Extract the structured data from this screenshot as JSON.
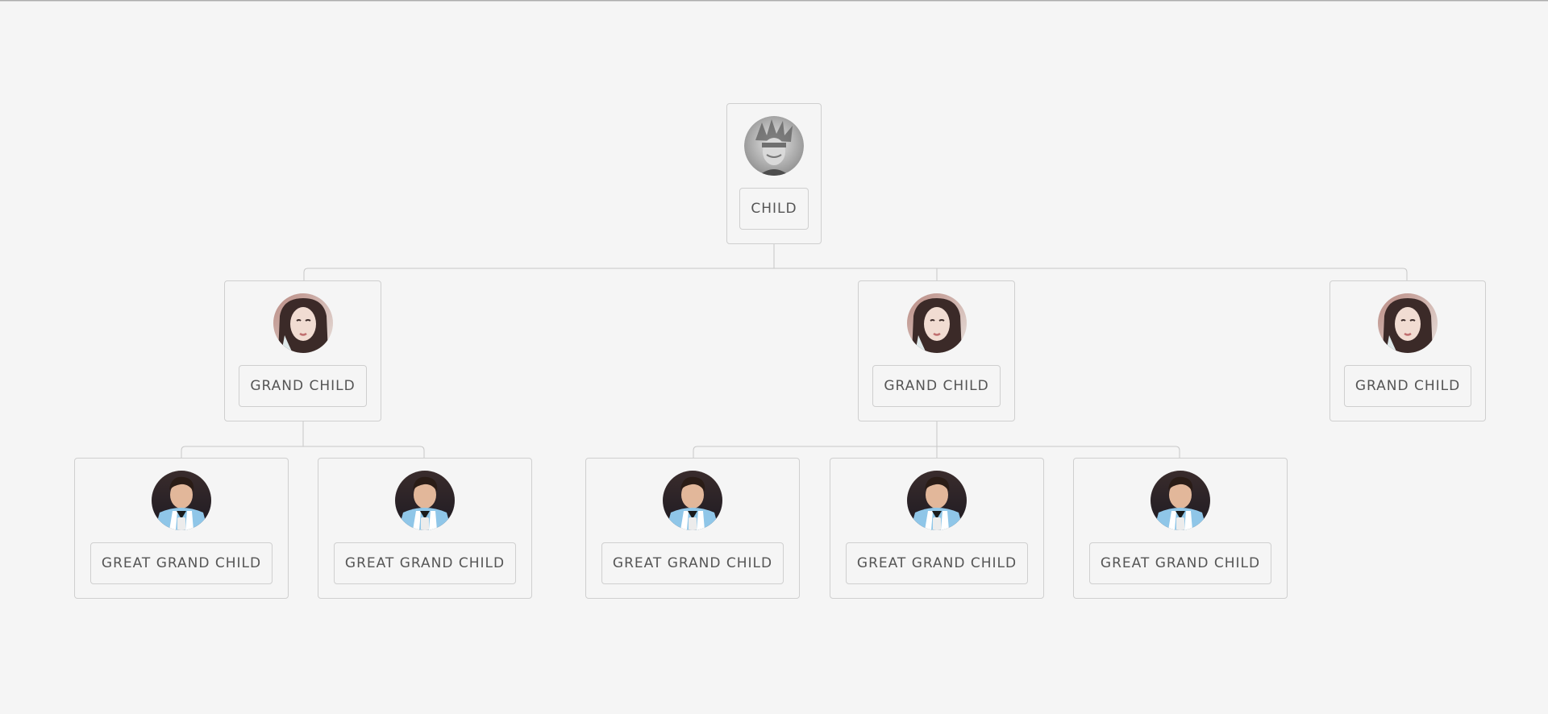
{
  "colors": {
    "background": "#f5f5f5",
    "border": "#cfcfcf",
    "connector": "#c8c8c8",
    "label_text": "#555555"
  },
  "tree": {
    "root": {
      "label": "CHILD",
      "avatar": "sketch-character-avatar-icon"
    },
    "grand_children": [
      {
        "label": "GRAND CHILD",
        "avatar": "woman-portrait-avatar-icon"
      },
      {
        "label": "GRAND CHILD",
        "avatar": "woman-portrait-avatar-icon"
      },
      {
        "label": "GRAND CHILD",
        "avatar": "woman-portrait-avatar-icon"
      }
    ],
    "great_grand_children": [
      {
        "label": "GREAT GRAND CHILD",
        "avatar": "footballer-portrait-avatar-icon"
      },
      {
        "label": "GREAT GRAND CHILD",
        "avatar": "footballer-portrait-avatar-icon"
      },
      {
        "label": "GREAT GRAND CHILD",
        "avatar": "footballer-portrait-avatar-icon"
      },
      {
        "label": "GREAT GRAND CHILD",
        "avatar": "footballer-portrait-avatar-icon"
      },
      {
        "label": "GREAT GRAND CHILD",
        "avatar": "footballer-portrait-avatar-icon"
      }
    ]
  }
}
